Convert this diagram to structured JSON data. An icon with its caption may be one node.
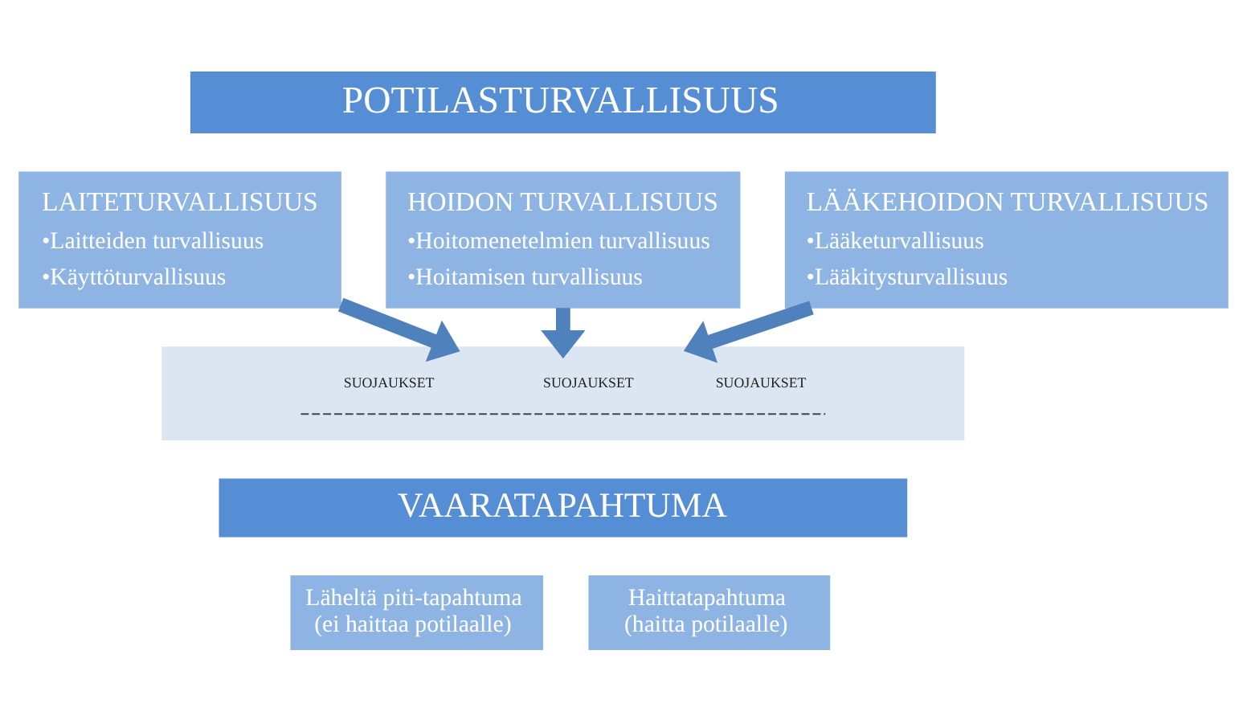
{
  "diagram": {
    "nodes": [
      {
        "text": [
          "POTILASTURVALLISUUS"
        ]
      },
      {
        "text": [
          "LAITETURVALLISUUS",
          "•Laitteiden turvallisuus",
          "•Käyttöturvallisuus"
        ]
      },
      {
        "text": [
          "HOIDON TURVALLISUUS",
          "•Hoitomenetelmien turvallisuus",
          "•Hoitamisen turvallisuus"
        ]
      },
      {
        "text": [
          "LÄÄKEHOIDON TURVALLISUUS",
          "•Lääketurvallisuus",
          "•Lääkitysturvallisuus"
        ]
      },
      {
        "text": [
          "SUOJAUKSET",
          "SUOJAUKSET",
          "SUOJAUKSET"
        ]
      },
      {
        "text": [
          "VAARATAPAHTUMA"
        ]
      },
      {
        "text": [
          "Läheltä piti-tapahtuma",
          "(ei haittaa potilaalle)"
        ]
      },
      {
        "text": [
          "Haittatapahtuma",
          "(haitta potilaalle)"
        ]
      }
    ],
    "edges": [
      {
        "from": 1,
        "to": 4,
        "arrow": "to"
      },
      {
        "from": 2,
        "to": 4,
        "arrow": "to"
      },
      {
        "from": 3,
        "to": 4,
        "arrow": "to"
      }
    ]
  }
}
